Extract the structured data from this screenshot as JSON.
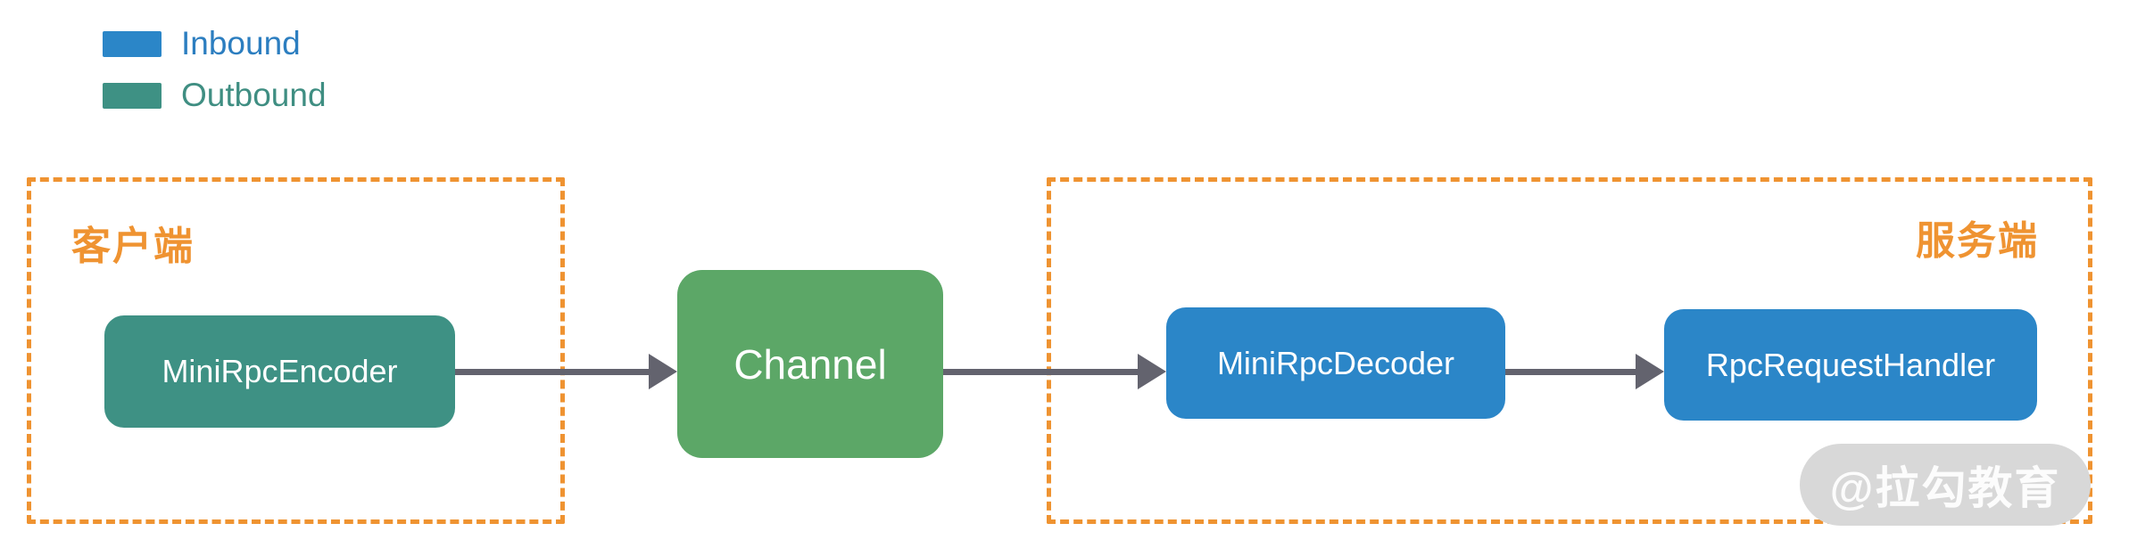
{
  "legend": {
    "items": [
      {
        "label": "Inbound",
        "swatch_color": "#2B86C8",
        "label_color": "#2C7EC0"
      },
      {
        "label": "Outbound",
        "swatch_color": "#3E9184",
        "label_color": "#3F8E82"
      }
    ]
  },
  "groups": {
    "client": {
      "label": "客户端"
    },
    "server": {
      "label": "服务端"
    }
  },
  "nodes": {
    "encoder": {
      "label": "MiniRpcEncoder",
      "color": "#3E9184",
      "direction": "outbound"
    },
    "channel": {
      "label": "Channel",
      "color": "#5CA767",
      "direction": "none"
    },
    "decoder": {
      "label": "MiniRpcDecoder",
      "color": "#2B86C8",
      "direction": "inbound"
    },
    "handler": {
      "label": "RpcRequestHandler",
      "color": "#2B86C8",
      "direction": "inbound"
    }
  },
  "edges": [
    {
      "from": "MiniRpcEncoder",
      "to": "Channel"
    },
    {
      "from": "Channel",
      "to": "MiniRpcDecoder"
    },
    {
      "from": "MiniRpcDecoder",
      "to": "RpcRequestHandler"
    }
  ],
  "watermark": {
    "text": "@拉勾教育"
  },
  "colors": {
    "group_border": "#EF9331",
    "group_label": "#EF9331",
    "arrow": "#63636E",
    "watermark_bg": "#D8D8D8",
    "background": "#FFFFFF"
  }
}
